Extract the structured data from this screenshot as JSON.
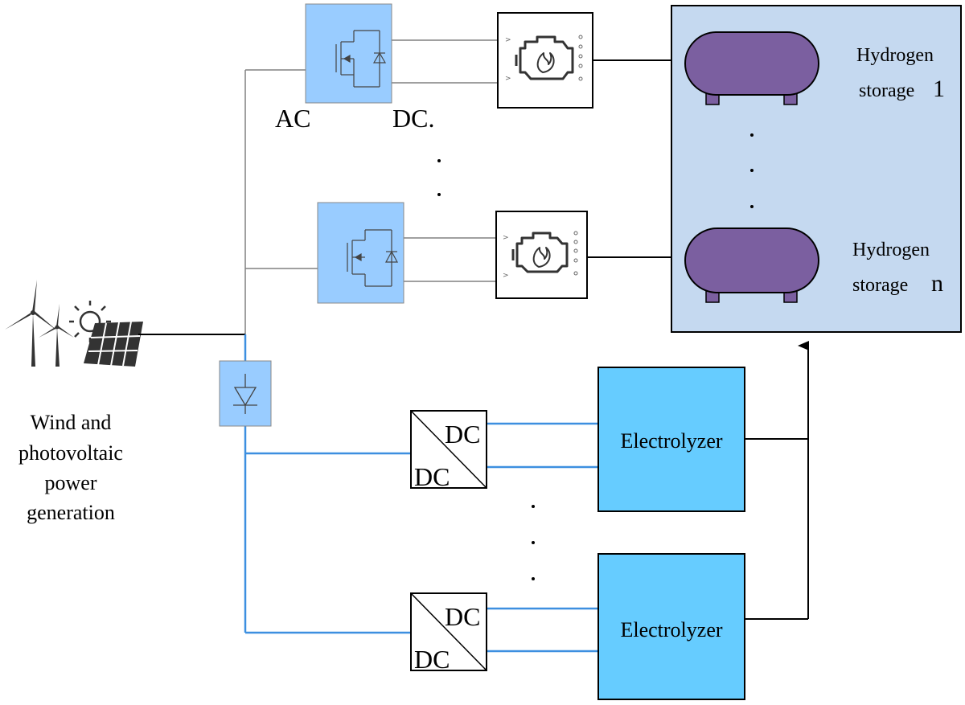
{
  "source": {
    "label_lines": [
      "Wind and",
      "photovoltaic",
      "power",
      "generation"
    ]
  },
  "converter_labels": {
    "ac": "AC",
    "dc": "DC."
  },
  "storage": {
    "tank_1": {
      "line1": "Hydrogen",
      "line2": "storage",
      "index": "1"
    },
    "tank_n": {
      "line1": "Hydrogen",
      "line2": "storage",
      "index": "n"
    }
  },
  "dcdc": {
    "top": "DC",
    "bottom": "DC"
  },
  "electrolyzers": [
    {
      "label": "Electrolyzer"
    },
    {
      "label": "Electrolyzer"
    }
  ],
  "colors": {
    "converter_fill": "#99ccff",
    "storage_fill": "#c5d9f0",
    "tank_fill": "#7b5fa0",
    "electrolyzer_fill": "#66ccff",
    "dc_bus_wire": "#3d8fe0",
    "ac_wire": "#808080"
  },
  "icons": [
    "wind-turbine-icon",
    "solar-panel-icon",
    "sun-icon",
    "engine-icon",
    "mosfet-icon",
    "diode-icon"
  ]
}
